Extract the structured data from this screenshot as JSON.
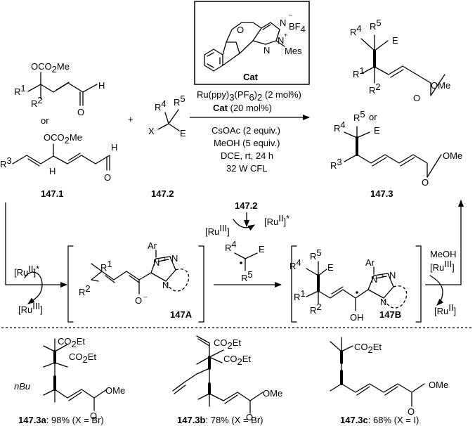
{
  "catalyst": {
    "label": "Cat",
    "counterion": "BF",
    "counterion_sub": "4",
    "counterion_charge": "–",
    "mes": "Mes",
    "O": "O",
    "N": "N",
    "plus": "+"
  },
  "conditions": {
    "line1": "Ru(ppy)",
    "line1_sub1": "3",
    "line1_mid": "(PF",
    "line1_sub2": "6",
    "line1_end": ")",
    "line1_sub3": "2",
    "line1_tail": " (2 mol%)",
    "line2_bold": "Cat",
    "line2_rest": " (20 mol%)",
    "line3": "CsOAc (2 equiv.)",
    "line4": "MeOH (5 equiv.)",
    "line5": "DCE, rt, 24 h",
    "line6": "32 W CFL"
  },
  "compounds": {
    "c1471": "147.1",
    "c1472": "147.2",
    "c1472b": "147.2",
    "c1473": "147.3",
    "c147A": "147A",
    "c147B": "147B"
  },
  "substrate": {
    "oco2me": "OCO",
    "oco2me_sub": "2",
    "oco2me_end": "Me",
    "r1": "R",
    "r1_sup": "1",
    "r2": "R",
    "r2_sup": "2",
    "r3": "R",
    "r3_sup": "3",
    "h": "H",
    "o": "O",
    "or": "or",
    "plus": "+"
  },
  "reagent": {
    "x": "X",
    "e": "E",
    "r4": "R",
    "r4_sup": "4",
    "r5": "R",
    "r5_sup": "5"
  },
  "product": {
    "ome": "OMe",
    "o": "O",
    "or": "or",
    "e": "E"
  },
  "mechanism": {
    "ru2star": "[Ru",
    "ru2_sup": "II",
    "ru2star_end": "]",
    "star": "*",
    "ru3": "[Ru",
    "ru3_sup": "III",
    "ru3_end": "]",
    "ru2": "[Ru",
    "ru2_sup2": "II",
    "ar": "Ar",
    "meoh": "MeOH",
    "oh": "OH",
    "ominus": "O",
    "minus": "–"
  },
  "examples": [
    {
      "id": "147.3a",
      "detail": ": 98% (X = Br)",
      "nbu": "nBu",
      "co2et": "CO",
      "co2et_sub": "2",
      "co2et_end": "Et",
      "ome": "OMe",
      "o": "O"
    },
    {
      "id": "147.3b",
      "detail": ": 78% (X = Br)",
      "co2et": "CO",
      "co2et_sub": "2",
      "co2et_end": "Et",
      "ome": "OMe",
      "o": "O"
    },
    {
      "id": "147.3c",
      "detail": ": 68% (X = I)",
      "co2et": "CO",
      "co2et_sub": "2",
      "co2et_end": "Et",
      "ome": "OMe",
      "o": "O"
    }
  ]
}
